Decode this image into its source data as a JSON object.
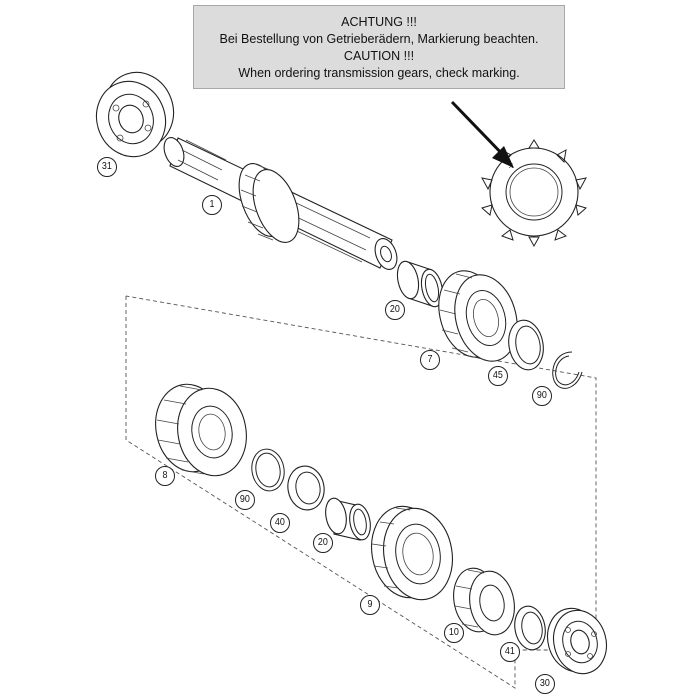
{
  "notice": {
    "line1": "ACHTUNG !!!",
    "line2": "Bei Bestellung von Getrieberädern, Markierung beachten.",
    "line3": "CAUTION !!!",
    "line4": "When ordering transmission gears, check marking."
  },
  "callouts": {
    "c31": "31",
    "c1": "1",
    "c20a": "20",
    "c7": "7",
    "c45": "45",
    "c90a": "90",
    "c8": "8",
    "c90b": "90",
    "c40": "40",
    "c20b": "20",
    "c9": "9",
    "c10": "10",
    "c41": "41",
    "c30": "30"
  }
}
